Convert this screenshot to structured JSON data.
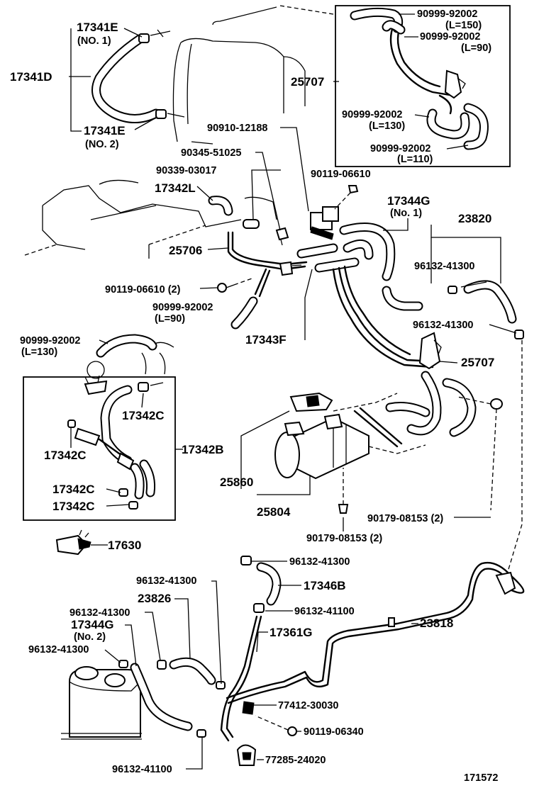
{
  "labels": {
    "p17341E_1": "17341E",
    "no1_a": "(NO. 1)",
    "p17341D": "17341D",
    "p17341E_2": "17341E",
    "no2_a": "(NO. 2)",
    "p25707_top": "25707",
    "p90999_150": "90999-92002",
    "l150": "(L=150)",
    "p90999_90a": "90999-92002",
    "l90a": "(L=90)",
    "p90999_130a": "90999-92002",
    "l130a": "(L=130)",
    "p90999_110": "90999-92002",
    "l110": "(L=110)",
    "p90910": "90910-12188",
    "p90345": "90345-51025",
    "p90119_06610": "90119-06610",
    "p90339": "90339-03017",
    "p17344G_1": "17344G",
    "no1_b": "(No. 1)",
    "p17342L": "17342L",
    "p23820": "23820",
    "p25706": "25706",
    "p96132_413a": "96132-41300",
    "p90119_06610_2": "90119-06610 (2)",
    "p90999_90b": "90999-92002",
    "l90b": "(L=90)",
    "p96132_413b": "96132-41300",
    "p17343F": "17343F",
    "p90999_130b": "90999-92002",
    "l130b": "(L=130)",
    "p25707_mid": "25707",
    "p17342C_1": "17342C",
    "p17342B": "17342B",
    "p17342C_2": "17342C",
    "p25860": "25860",
    "p17342C_3": "17342C",
    "p25804": "25804",
    "p17342C_4": "17342C",
    "p90179_a": "90179-08153 (2)",
    "p90179_b": "90179-08153 (2)",
    "p17630": "17630",
    "p96132_413c": "96132-41300",
    "p96132_413d": "96132-41300",
    "p17346B": "17346B",
    "p23826": "23826",
    "p96132_411a": "96132-41100",
    "p96132_413e": "96132-41300",
    "p17361G": "17361G",
    "p17344G_2": "17344G",
    "no2_b": "(No. 2)",
    "p23818": "23818",
    "p96132_413f": "96132-41300",
    "p77412": "77412-30030",
    "p90119_06340": "90119-06340",
    "p96132_411b": "96132-41100",
    "p77285": "77285-24020",
    "figure_no": "171572"
  }
}
